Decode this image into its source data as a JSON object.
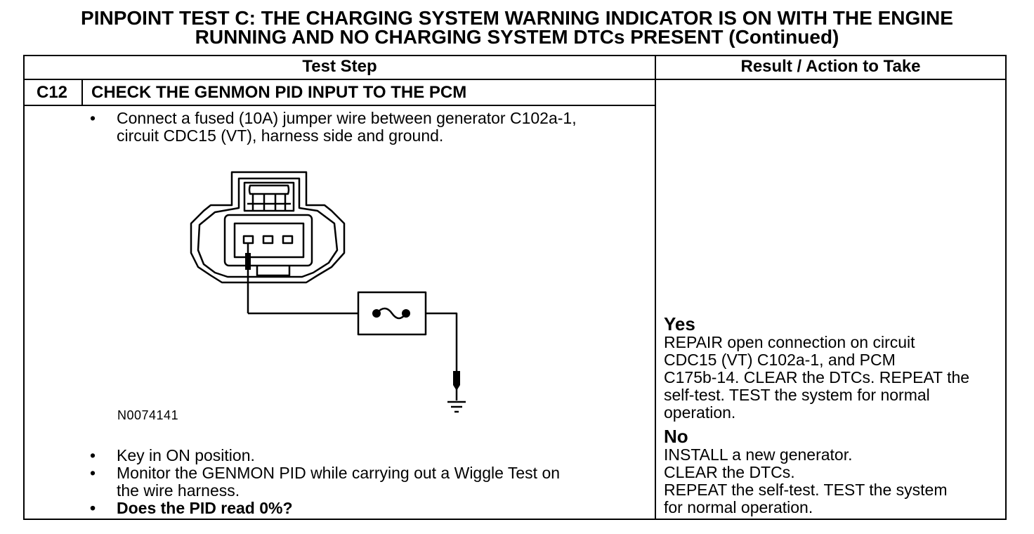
{
  "title": {
    "line1": "PINPOINT TEST C: THE CHARGING SYSTEM WARNING INDICATOR IS ON WITH THE ENGINE",
    "line2": "RUNNING AND NO CHARGING SYSTEM DTCs PRESENT (Continued)"
  },
  "table": {
    "col_test_step": "Test Step",
    "col_result": "Result / Action to Take",
    "step_id": "C12",
    "step_title": "CHECK THE GENMON PID INPUT TO THE PCM"
  },
  "steps_top": [
    "Connect a fused (10A) jumper wire between generator C102a-1,",
    "circuit CDC15 (VT), harness side and ground."
  ],
  "figure_id": "N0074141",
  "steps_bottom": {
    "b1": "Key in ON position.",
    "b2_l1": "Monitor the GENMON PID while carrying out a Wiggle Test on",
    "b2_l2": "the wire harness.",
    "b3": "Does the PID read 0%?"
  },
  "bullet": "•",
  "results": {
    "yes_label": "Yes",
    "yes_lines": [
      "REPAIR open connection on circuit",
      "CDC15 (VT) C102a-1, and PCM",
      "C175b-14. CLEAR the DTCs. REPEAT the",
      "self-test. TEST the system for normal",
      "operation."
    ],
    "no_label": "No",
    "no_lines": [
      "INSTALL a new generator.",
      "CLEAR the DTCs.",
      "REPEAT the self-test. TEST the system",
      "for normal operation."
    ]
  }
}
